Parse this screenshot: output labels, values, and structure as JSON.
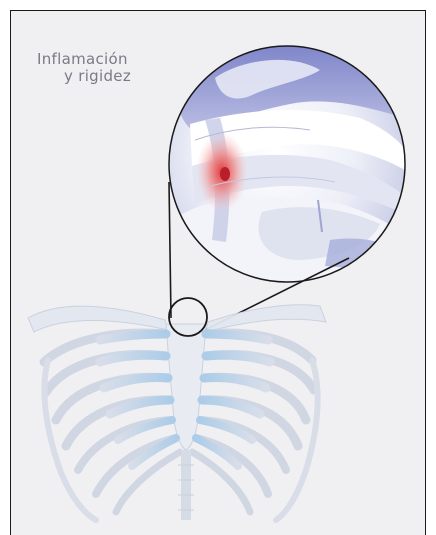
{
  "annotation": {
    "line1": "Inflamación",
    "line2": "y rigidez"
  },
  "colors": {
    "background": "#f0f0f3",
    "bone": "#dfe4ee",
    "cartilage": "#b9d5ec",
    "inflammation": "#e8656a",
    "magnifier_sky": "#8f95d3",
    "frame": "#1a1a1a"
  },
  "icons": {
    "magnifier": "zoom-circle",
    "highlight": "small-circle"
  }
}
